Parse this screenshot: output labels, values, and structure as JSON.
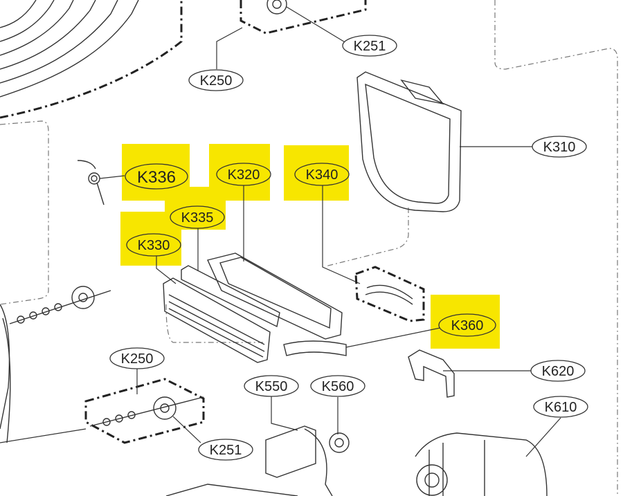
{
  "labels": {
    "k251_top": "K251",
    "k250_top": "K250",
    "k310": "K310",
    "k336": "K336",
    "k320": "K320",
    "k340": "K340",
    "k335": "K335",
    "k330": "K330",
    "k360": "K360",
    "k250_bottom": "K250",
    "k620": "K620",
    "k550": "K550",
    "k560": "K560",
    "k610": "K610",
    "k251_bottom": "K251"
  },
  "colors": {
    "highlight": "#f7e600",
    "ink": "#333333"
  }
}
